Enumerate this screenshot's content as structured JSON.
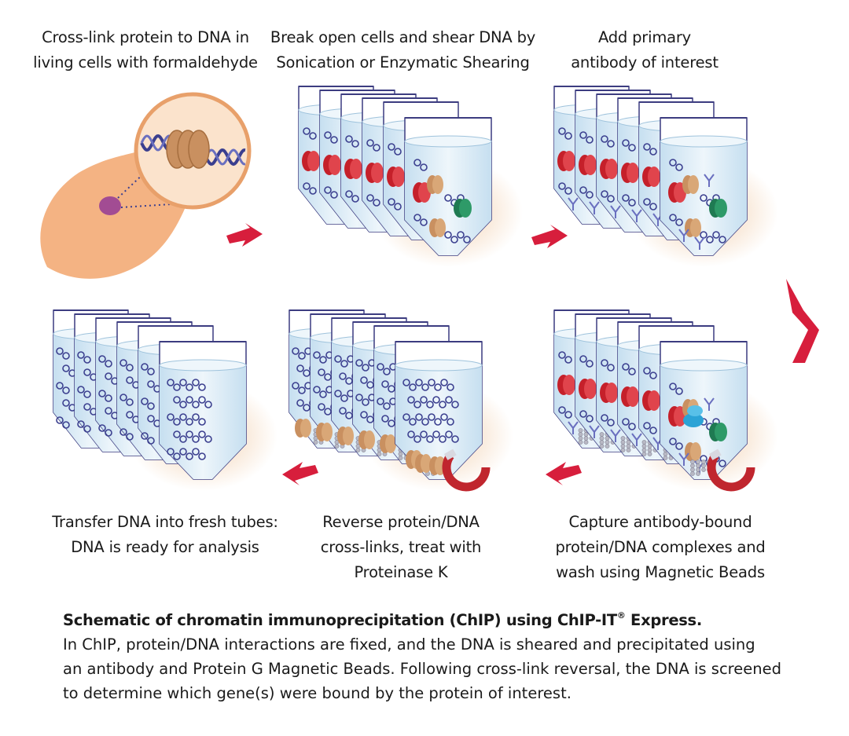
{
  "steps": [
    {
      "lines": [
        "Cross-link protein to DNA in",
        "living cells with formaldehyde"
      ]
    },
    {
      "lines": [
        "Break open cells and shear DNA by",
        "Sonication or Enzymatic Shearing"
      ]
    },
    {
      "lines": [
        "Add primary",
        "antibody of interest"
      ]
    },
    {
      "lines": [
        "Capture antibody-bound",
        "protein/DNA complexes and",
        "wash using Magnetic Beads"
      ]
    },
    {
      "lines": [
        "Reverse protein/DNA",
        "cross-links, treat with",
        "Proteinase K"
      ]
    },
    {
      "lines": [
        "Transfer DNA into fresh tubes:",
        "DNA is ready for analysis"
      ]
    }
  ],
  "caption": {
    "title_before": "Schematic of chromatin immunoprecipitation (ChIP) using ChIP-IT",
    "title_mark": "®",
    "title_after": " Express.",
    "lines": [
      "In ChIP, protein/DNA interactions are fixed, and the DNA is sheared and precipitated using",
      "an antibody and Protein G Magnetic Beads. Following cross-link reversal, the DNA is screened",
      "to determine which gene(s) were bound by the protein of interest."
    ]
  },
  "colors": {
    "cell": "#f4b383",
    "nucleus": "#a24c93",
    "dna": "#3b3f8f",
    "histone": "#c99060",
    "red_protein": "#c5202a",
    "green_protein": "#1f7a52",
    "antibody": "#2ba3d6",
    "arrow": "#d71e3c",
    "tube_liquid": "#dcecf6",
    "tube_outline": "#3c3c80",
    "magnet": "#c0262e"
  }
}
